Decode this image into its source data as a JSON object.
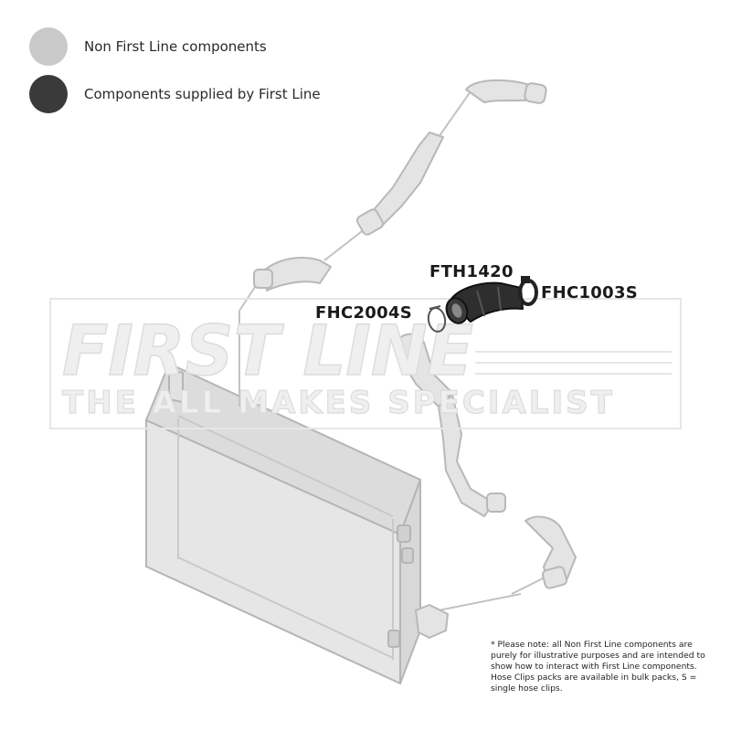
{
  "legend": {
    "non_first_line": {
      "label": "Non First Line components",
      "color": "#c6c6c6"
    },
    "first_line": {
      "label": "Components supplied by First Line",
      "color": "#3a3a3a"
    }
  },
  "parts": {
    "hose": {
      "code": "FTH1420"
    },
    "clip_right": {
      "code": "FHC1003S"
    },
    "clip_left": {
      "code": "FHC2004S"
    }
  },
  "watermark": {
    "brand": "FIRST LINE",
    "tagline": "THE ALL MAKES SPECIALIST"
  },
  "note": "* Please note: all Non First Line components are purely for illustrative purposes and are intended to show how to interact with First Line components. Hose Clips packs are available in bulk packs, S = single hose clips.",
  "colors": {
    "grey_component": "#d4d4d4",
    "grey_outline": "#b8b8b8",
    "dark_component": "#2e2e2e",
    "watermark": "#e8e8e8"
  }
}
